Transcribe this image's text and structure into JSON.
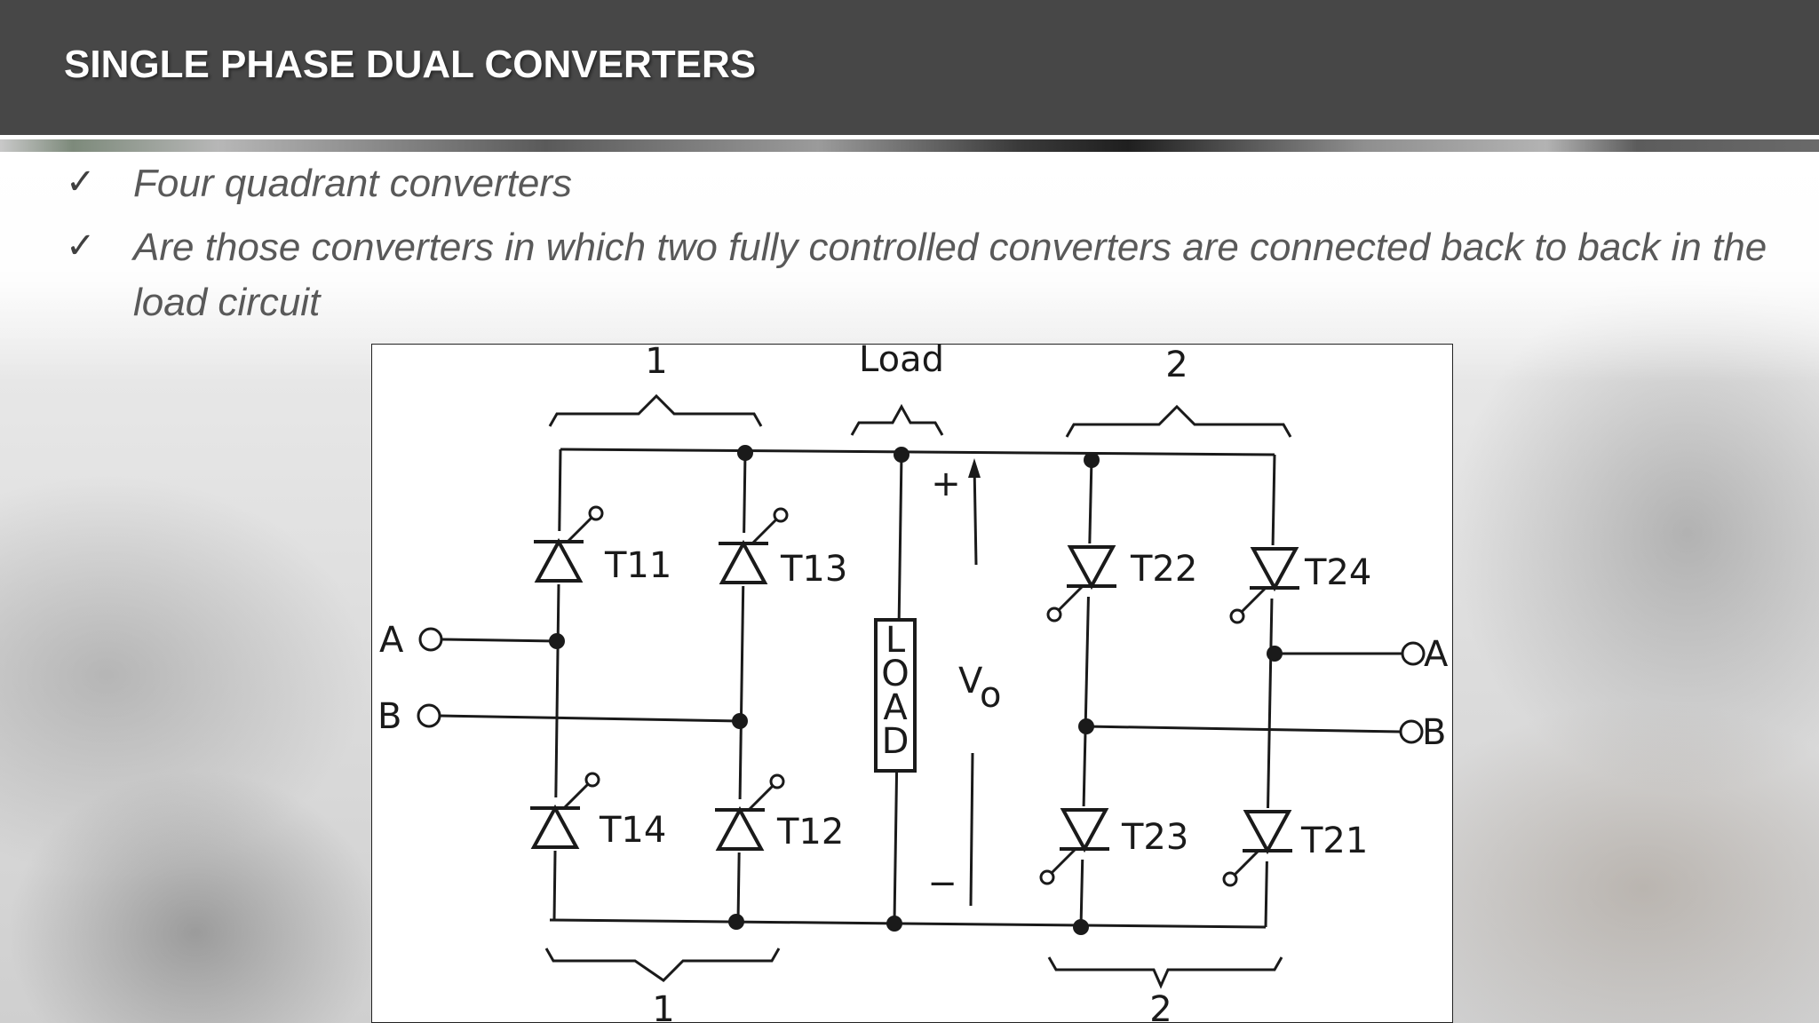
{
  "slide": {
    "title": "SINGLE PHASE DUAL CONVERTERS",
    "bullets": [
      {
        "marker": "✓",
        "text": "Four quadrant converters"
      },
      {
        "marker": "✓",
        "text": "Are those converters in which two fully controlled converters are  connected back to back in the load circuit"
      }
    ]
  },
  "diagram": {
    "group_labels": {
      "converter1_top": "1",
      "load": "Load",
      "converter2_top": "2",
      "converter1_bottom": "1",
      "converter2_bottom": "2"
    },
    "thyristors": {
      "t11": "T11",
      "t13": "T13",
      "t14": "T14",
      "t12": "T12",
      "t22": "T22",
      "t24": "T24",
      "t23": "T23",
      "t21": "T21"
    },
    "terminals": {
      "a_left": "A",
      "b_left": "B",
      "a_right": "A",
      "b_right": "B"
    },
    "load_box_label": [
      "L",
      "O",
      "A",
      "D"
    ],
    "voltage": {
      "symbol": "V",
      "subscript": "o",
      "plus": "+",
      "minus": "−"
    }
  }
}
